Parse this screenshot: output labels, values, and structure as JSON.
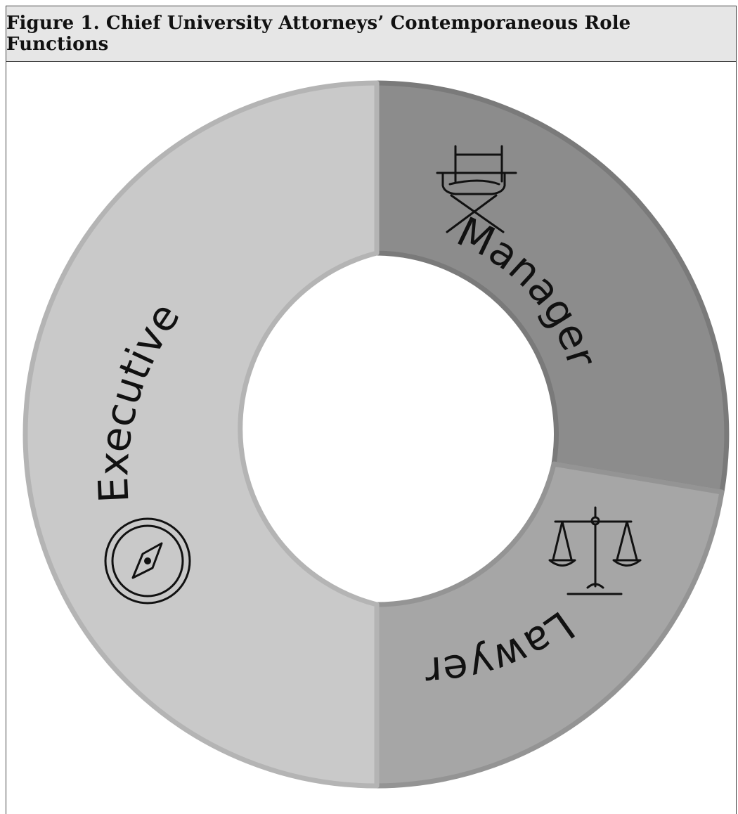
{
  "figure": {
    "title": "Figure 1. Chief University Attorneys’ Contemporaneous Role Functions"
  },
  "segments": [
    {
      "label": "Manager",
      "icon": "director-chair-icon",
      "fill": "#8c8c8c",
      "stroke": "#7a7a7a"
    },
    {
      "label": "Lawyer",
      "icon": "scales-of-justice-icon",
      "fill": "#a6a6a6",
      "stroke": "#949494"
    },
    {
      "label": "Executive",
      "icon": "compass-icon",
      "fill": "#c9c9c9",
      "stroke": "#b4b4b4"
    }
  ],
  "colors": {
    "text": "#111111",
    "background": "#ffffff",
    "title_bar": "#e6e6e6"
  }
}
